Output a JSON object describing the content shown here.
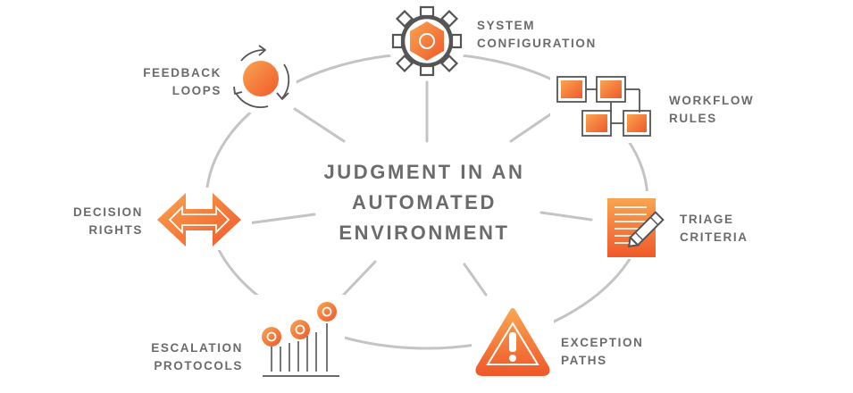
{
  "center_title": [
    "JUDGMENT IN AN",
    "AUTOMATED",
    "ENVIRONMENT"
  ],
  "nodes": {
    "system_configuration": [
      "SYSTEM",
      "CONFIGURATION"
    ],
    "workflow_rules": [
      "WORKFLOW",
      "RULES"
    ],
    "triage_criteria": [
      "TRIAGE",
      "CRITERIA"
    ],
    "exception_paths": [
      "EXCEPTION",
      "PATHS"
    ],
    "escalation_protocols": [
      "ESCALATION",
      "PROTOCOLS"
    ],
    "decision_rights": [
      "DECISION",
      "RIGHTS"
    ],
    "feedback_loops": [
      "FEEDBACK",
      "LOOPS"
    ]
  },
  "icons": {
    "system_configuration": "gear-hexagon-icon",
    "workflow_rules": "workflow-blocks-icon",
    "triage_criteria": "notepad-pencil-icon",
    "exception_paths": "warning-triangle-icon",
    "escalation_protocols": "rising-pins-icon",
    "decision_rights": "double-arrow-icon",
    "feedback_loops": "cycle-arrows-icon"
  },
  "colors": {
    "accent_light": "#f9a450",
    "accent_dark": "#f0592b",
    "line": "#c4c4c4",
    "text": "#6b6b6b"
  }
}
